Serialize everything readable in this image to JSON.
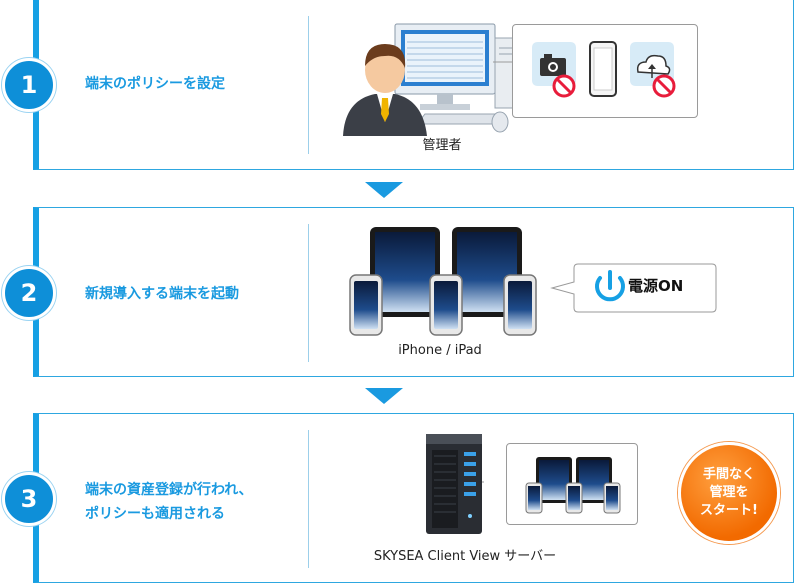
{
  "steps": [
    {
      "number": "1",
      "title_lines": [
        "端末のポリシーを設定"
      ],
      "caption": "管理者"
    },
    {
      "number": "2",
      "title_lines": [
        "新規導入する端末を起動"
      ],
      "caption": "iPhone / iPad",
      "bubble_text": "電源ON"
    },
    {
      "number": "3",
      "title_lines": [
        "端末の資産登録が行われ、",
        "ポリシーも適用される"
      ],
      "caption": "SKYSEA Client View サーバー"
    }
  ],
  "callout": {
    "lines": [
      "手間なく",
      "管理を",
      "スタート!"
    ]
  },
  "icons": [
    "admin-person-icon",
    "desktop-pc-icon",
    "camera-blocked-icon",
    "smartphone-icon",
    "cloud-upload-blocked-icon",
    "tablet-icon",
    "phone-icon",
    "power-icon",
    "server-tower-icon"
  ],
  "colors": {
    "accent": "#16a0e4",
    "badge": "#0e8fd8",
    "callout": "#f26a00",
    "block": "#e81c3b"
  }
}
